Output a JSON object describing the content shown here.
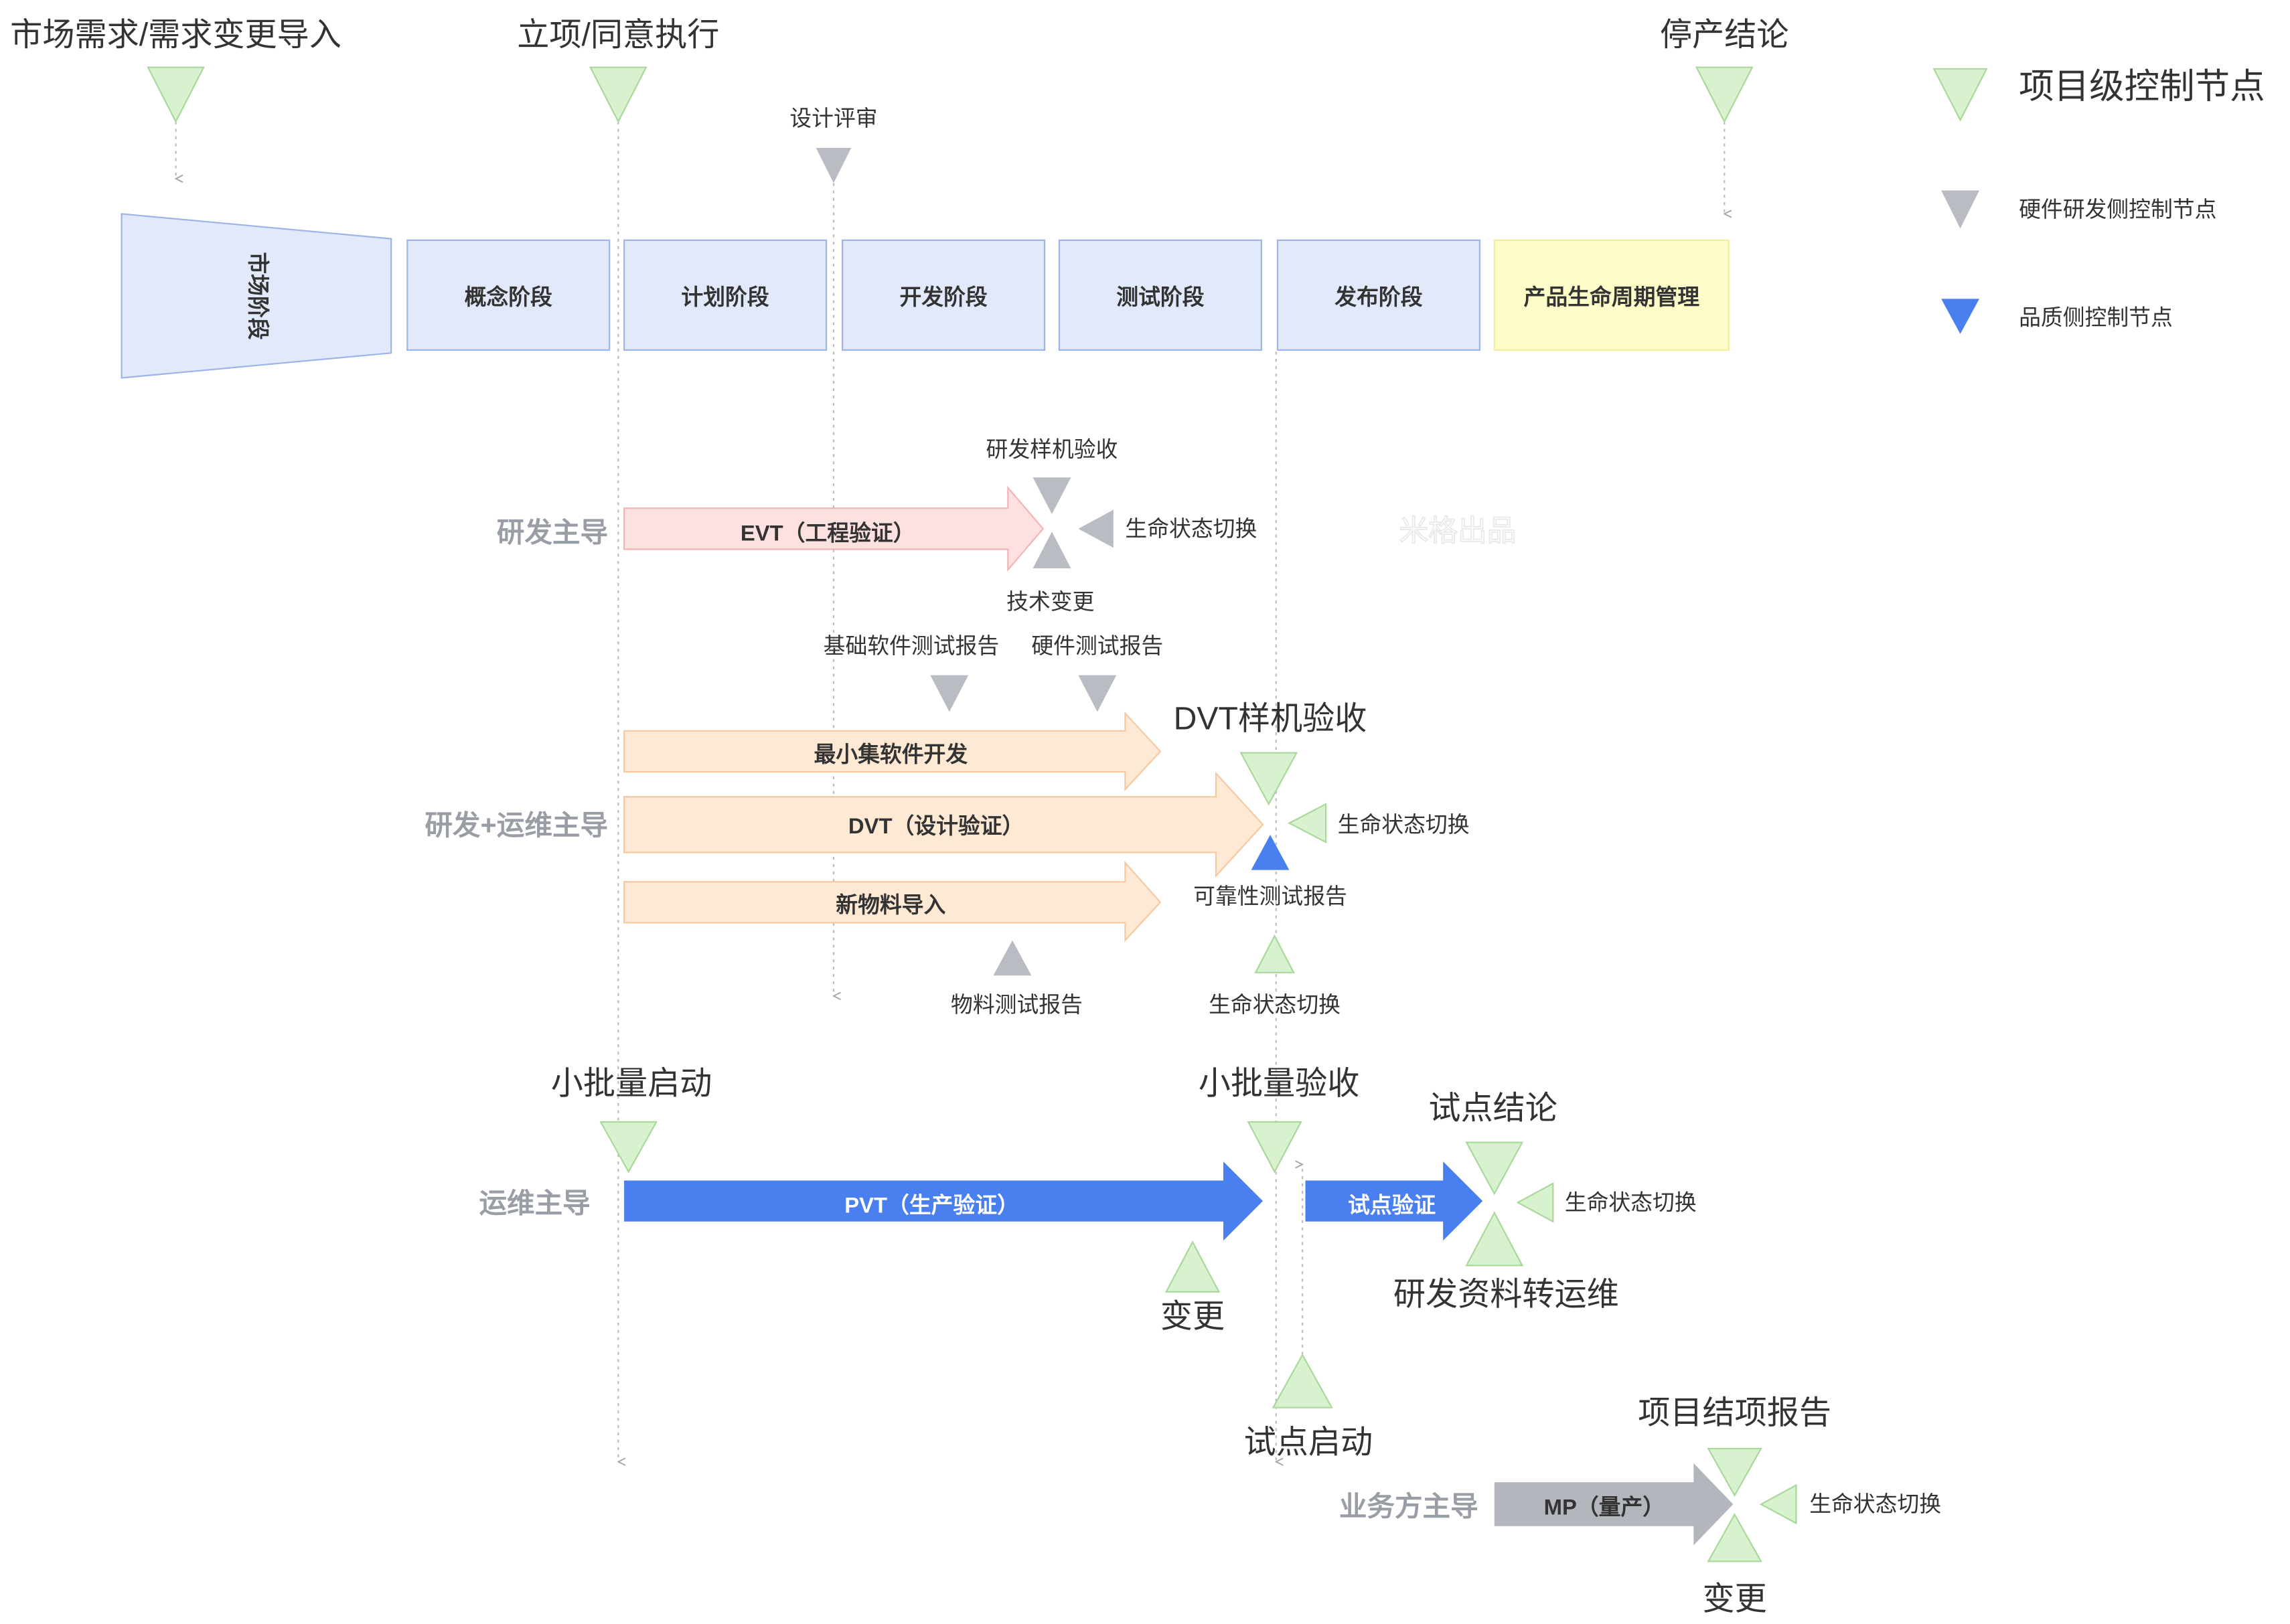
{
  "milestones_top": {
    "market_demand": "市场需求/需求变更导入",
    "project_approval": "立项/同意执行",
    "discontinue": "停产结论",
    "design_review": "设计评审"
  },
  "phases": {
    "market": "市场阶段",
    "concept": "概念阶段",
    "plan": "计划阶段",
    "develop": "开发阶段",
    "test": "测试阶段",
    "release": "发布阶段",
    "lifecycle": "产品生命周期管理"
  },
  "legend": {
    "project_level": "项目级控制节点",
    "hardware_rd": "硬件研发侧控制节点",
    "quality": "品质侧控制节点"
  },
  "lanes": {
    "rd_lead": "研发主导",
    "rd_ops_lead": "研发+运维主导",
    "ops_lead": "运维主导",
    "business_lead": "业务方主导"
  },
  "bars": {
    "evt": "EVT（工程验证）",
    "min_software": "最小集软件开发",
    "dvt": "DVT（设计验证）",
    "new_material": "新物料导入",
    "pvt": "PVT（生产验证）",
    "pilot_verify": "试点验证",
    "mp": "MP（量产）"
  },
  "nodes": {
    "rd_prototype_accept": "研发样机验收",
    "lifecycle_switch": "生命状态切换",
    "tech_change": "技术变更",
    "base_sw_report": "基础软件测试报告",
    "hw_report": "硬件测试报告",
    "dvt_accept": "DVT样机验收",
    "reliability_report": "可靠性测试报告",
    "material_report": "物料测试报告",
    "small_batch_start": "小批量启动",
    "small_batch_accept": "小批量验收",
    "pilot_conclusion": "试点结论",
    "change": "变更",
    "rd_to_ops": "研发资料转运维",
    "pilot_start": "试点启动",
    "project_report": "项目结项报告"
  },
  "watermark": "米格出品",
  "colors": {
    "project_node": "#d8f2d0",
    "project_node_stroke": "#a9d99a",
    "hardware_node": "#b9bcc2",
    "quality_node": "#4a7ff0",
    "phase_fill": "#e1e9fa",
    "phase_stroke": "#9db5e6",
    "lifecycle_fill": "#fdfbc8",
    "evt_fill": "#fde0e0",
    "dvt_fill": "#fde9d4",
    "pvt_fill": "#4a7ff0",
    "mp_fill": "#b3b6bd"
  }
}
